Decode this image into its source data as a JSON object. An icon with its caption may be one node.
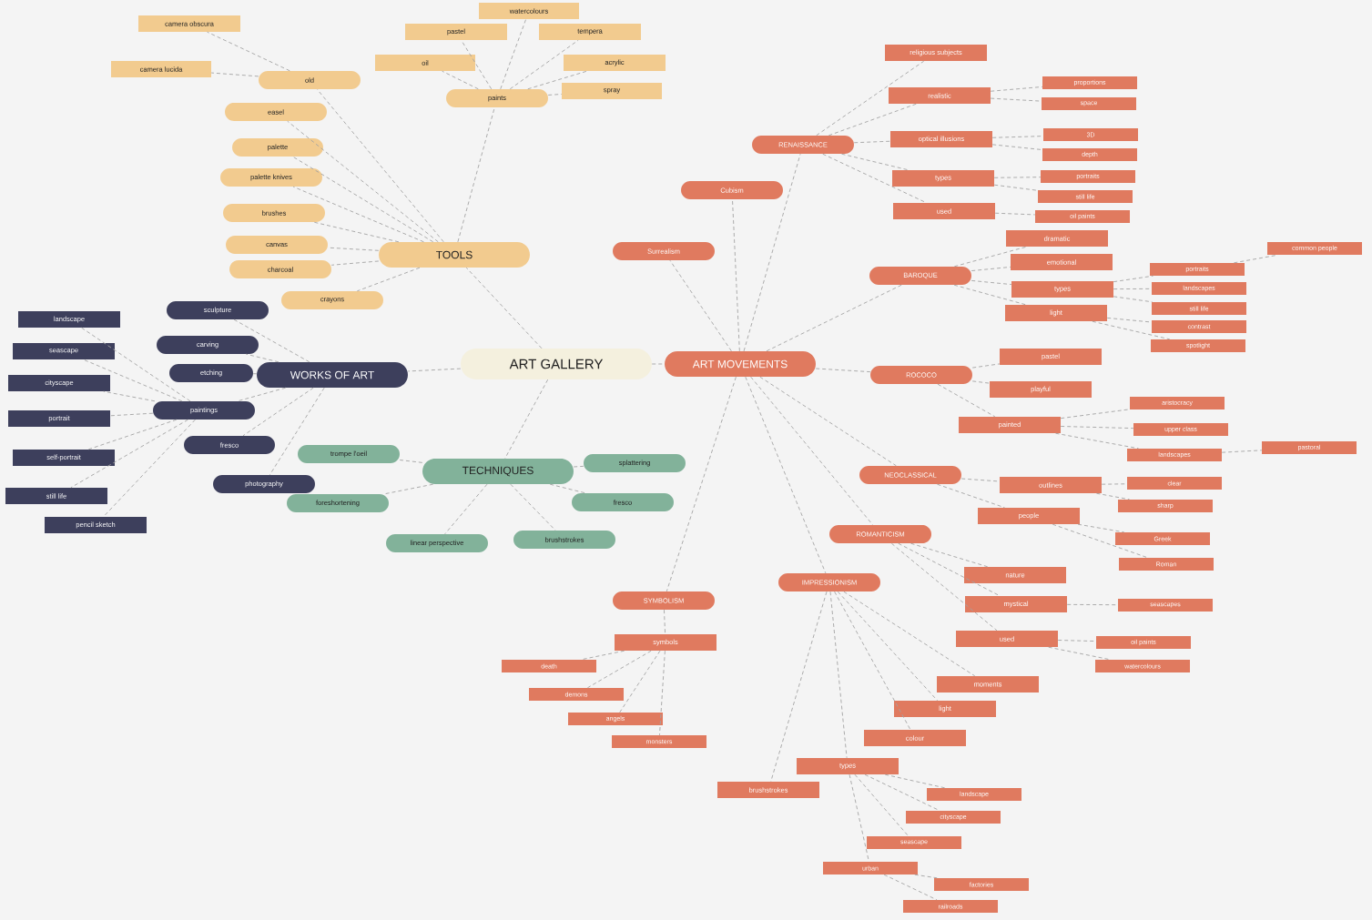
{
  "diagram": {
    "nodes": [
      {
        "text": [
          "ART GALLERY"
        ]
      },
      {
        "text": [
          "TOOLS"
        ]
      },
      {
        "text": [
          "old"
        ]
      },
      {
        "text": [
          "camera obscura"
        ]
      },
      {
        "text": [
          "camera lucida"
        ]
      },
      {
        "text": [
          "easel"
        ]
      },
      {
        "text": [
          "palette"
        ]
      },
      {
        "text": [
          "palette knives"
        ]
      },
      {
        "text": [
          "brushes"
        ]
      },
      {
        "text": [
          "canvas"
        ]
      },
      {
        "text": [
          "charcoal"
        ]
      },
      {
        "text": [
          "crayons"
        ]
      },
      {
        "text": [
          "paints"
        ]
      },
      {
        "text": [
          "oil"
        ]
      },
      {
        "text": [
          "pastel"
        ]
      },
      {
        "text": [
          "watercolours"
        ]
      },
      {
        "text": [
          "tempera"
        ]
      },
      {
        "text": [
          "acrylic"
        ]
      },
      {
        "text": [
          "spray"
        ]
      },
      {
        "text": [
          "WORKS OF ART"
        ]
      },
      {
        "text": [
          "sculpture"
        ]
      },
      {
        "text": [
          "carving"
        ]
      },
      {
        "text": [
          "etching"
        ]
      },
      {
        "text": [
          "paintings"
        ]
      },
      {
        "text": [
          "landscape"
        ]
      },
      {
        "text": [
          "seascape"
        ]
      },
      {
        "text": [
          "cityscape"
        ]
      },
      {
        "text": [
          "portrait"
        ]
      },
      {
        "text": [
          "self-portrait"
        ]
      },
      {
        "text": [
          "still life"
        ]
      },
      {
        "text": [
          "pencil sketch"
        ]
      },
      {
        "text": [
          "fresco"
        ]
      },
      {
        "text": [
          "photography"
        ]
      },
      {
        "text": [
          "TECHNIQUES"
        ]
      },
      {
        "text": [
          "trompe l'oeil"
        ]
      },
      {
        "text": [
          "foreshortening"
        ]
      },
      {
        "text": [
          "linear perspective"
        ]
      },
      {
        "text": [
          "brushstrokes"
        ]
      },
      {
        "text": [
          "fresco"
        ]
      },
      {
        "text": [
          "splattering"
        ]
      },
      {
        "text": [
          "ART MOVEMENTS"
        ]
      },
      {
        "text": [
          "Surrealism"
        ]
      },
      {
        "text": [
          "Cubism"
        ]
      },
      {
        "text": [
          "RENAISSANCE"
        ]
      },
      {
        "text": [
          "religious subjects"
        ]
      },
      {
        "text": [
          "realistic"
        ]
      },
      {
        "text": [
          "proportions"
        ]
      },
      {
        "text": [
          "space"
        ]
      },
      {
        "text": [
          "optical illusions"
        ]
      },
      {
        "text": [
          "3D"
        ]
      },
      {
        "text": [
          "depth"
        ]
      },
      {
        "text": [
          "types"
        ]
      },
      {
        "text": [
          "portraits"
        ]
      },
      {
        "text": [
          "still life"
        ]
      },
      {
        "text": [
          "used"
        ]
      },
      {
        "text": [
          "oil paints"
        ]
      },
      {
        "text": [
          "BAROQUE"
        ]
      },
      {
        "text": [
          "dramatic"
        ]
      },
      {
        "text": [
          "emotional"
        ]
      },
      {
        "text": [
          "types"
        ]
      },
      {
        "text": [
          "portraits"
        ]
      },
      {
        "text": [
          "common people"
        ]
      },
      {
        "text": [
          "landscapes"
        ]
      },
      {
        "text": [
          "still life"
        ]
      },
      {
        "text": [
          "light"
        ]
      },
      {
        "text": [
          "contrast"
        ]
      },
      {
        "text": [
          "spotlight"
        ]
      },
      {
        "text": [
          "ROCOCO"
        ]
      },
      {
        "text": [
          "pastel"
        ]
      },
      {
        "text": [
          "playful"
        ]
      },
      {
        "text": [
          "painted"
        ]
      },
      {
        "text": [
          "aristocracy"
        ]
      },
      {
        "text": [
          "upper class"
        ]
      },
      {
        "text": [
          "landscapes"
        ]
      },
      {
        "text": [
          "pastoral"
        ]
      },
      {
        "text": [
          "NEOCLASSICAL"
        ]
      },
      {
        "text": [
          "outlines"
        ]
      },
      {
        "text": [
          "clear"
        ]
      },
      {
        "text": [
          "sharp"
        ]
      },
      {
        "text": [
          "people"
        ]
      },
      {
        "text": [
          "Greek"
        ]
      },
      {
        "text": [
          "Roman"
        ]
      },
      {
        "text": [
          "ROMANTICISM"
        ]
      },
      {
        "text": [
          "nature"
        ]
      },
      {
        "text": [
          "mystical"
        ]
      },
      {
        "text": [
          "seascapes"
        ]
      },
      {
        "text": [
          "used"
        ]
      },
      {
        "text": [
          "oil paints"
        ]
      },
      {
        "text": [
          "watercolours"
        ]
      },
      {
        "text": [
          "IMPRESSIONISM"
        ]
      },
      {
        "text": [
          "moments"
        ]
      },
      {
        "text": [
          "light"
        ]
      },
      {
        "text": [
          "colour"
        ]
      },
      {
        "text": [
          "types"
        ]
      },
      {
        "text": [
          "landscape"
        ]
      },
      {
        "text": [
          "cityscape"
        ]
      },
      {
        "text": [
          "seascape"
        ]
      },
      {
        "text": [
          "urban"
        ]
      },
      {
        "text": [
          "factories"
        ]
      },
      {
        "text": [
          "railroads"
        ]
      },
      {
        "text": [
          "brushstrokes"
        ]
      },
      {
        "text": [
          "SYMBOLISM"
        ]
      },
      {
        "text": [
          "symbols"
        ]
      },
      {
        "text": [
          "death"
        ]
      },
      {
        "text": [
          "demons"
        ]
      },
      {
        "text": [
          "angels"
        ]
      },
      {
        "text": [
          "monsters"
        ]
      }
    ],
    "edges": [
      {
        "from": 0,
        "to": 1,
        "arrow": "none"
      },
      {
        "from": 0,
        "to": 19,
        "arrow": "none"
      },
      {
        "from": 0,
        "to": 33,
        "arrow": "none"
      },
      {
        "from": 0,
        "to": 40,
        "arrow": "none"
      },
      {
        "from": 1,
        "to": 2,
        "arrow": "none"
      },
      {
        "from": 2,
        "to": 3,
        "arrow": "none"
      },
      {
        "from": 2,
        "to": 4,
        "arrow": "none"
      },
      {
        "from": 1,
        "to": 5,
        "arrow": "none"
      },
      {
        "from": 1,
        "to": 6,
        "arrow": "none"
      },
      {
        "from": 1,
        "to": 7,
        "arrow": "none"
      },
      {
        "from": 1,
        "to": 8,
        "arrow": "none"
      },
      {
        "from": 1,
        "to": 9,
        "arrow": "none"
      },
      {
        "from": 1,
        "to": 10,
        "arrow": "none"
      },
      {
        "from": 1,
        "to": 11,
        "arrow": "none"
      },
      {
        "from": 1,
        "to": 12,
        "arrow": "none"
      },
      {
        "from": 12,
        "to": 13,
        "arrow": "none"
      },
      {
        "from": 12,
        "to": 14,
        "arrow": "none"
      },
      {
        "from": 12,
        "to": 15,
        "arrow": "none"
      },
      {
        "from": 12,
        "to": 16,
        "arrow": "none"
      },
      {
        "from": 12,
        "to": 17,
        "arrow": "none"
      },
      {
        "from": 12,
        "to": 18,
        "arrow": "none"
      },
      {
        "from": 19,
        "to": 20,
        "arrow": "none"
      },
      {
        "from": 19,
        "to": 21,
        "arrow": "none"
      },
      {
        "from": 19,
        "to": 22,
        "arrow": "none"
      },
      {
        "from": 19,
        "to": 23,
        "arrow": "none"
      },
      {
        "from": 23,
        "to": 24,
        "arrow": "none"
      },
      {
        "from": 23,
        "to": 25,
        "arrow": "none"
      },
      {
        "from": 23,
        "to": 26,
        "arrow": "none"
      },
      {
        "from": 23,
        "to": 27,
        "arrow": "none"
      },
      {
        "from": 23,
        "to": 28,
        "arrow": "none"
      },
      {
        "from": 23,
        "to": 29,
        "arrow": "none"
      },
      {
        "from": 23,
        "to": 30,
        "arrow": "none"
      },
      {
        "from": 19,
        "to": 31,
        "arrow": "none"
      },
      {
        "from": 19,
        "to": 32,
        "arrow": "none"
      },
      {
        "from": 33,
        "to": 34,
        "arrow": "none"
      },
      {
        "from": 33,
        "to": 35,
        "arrow": "none"
      },
      {
        "from": 33,
        "to": 36,
        "arrow": "none"
      },
      {
        "from": 33,
        "to": 37,
        "arrow": "none"
      },
      {
        "from": 33,
        "to": 38,
        "arrow": "none"
      },
      {
        "from": 33,
        "to": 39,
        "arrow": "none"
      },
      {
        "from": 40,
        "to": 41,
        "arrow": "none"
      },
      {
        "from": 40,
        "to": 42,
        "arrow": "none"
      },
      {
        "from": 40,
        "to": 43,
        "arrow": "none"
      },
      {
        "from": 43,
        "to": 44,
        "arrow": "none"
      },
      {
        "from": 43,
        "to": 45,
        "arrow": "none"
      },
      {
        "from": 45,
        "to": 46,
        "arrow": "none"
      },
      {
        "from": 45,
        "to": 47,
        "arrow": "none"
      },
      {
        "from": 43,
        "to": 48,
        "arrow": "none"
      },
      {
        "from": 48,
        "to": 49,
        "arrow": "none"
      },
      {
        "from": 48,
        "to": 50,
        "arrow": "none"
      },
      {
        "from": 43,
        "to": 51,
        "arrow": "none"
      },
      {
        "from": 51,
        "to": 52,
        "arrow": "none"
      },
      {
        "from": 51,
        "to": 53,
        "arrow": "none"
      },
      {
        "from": 43,
        "to": 54,
        "arrow": "none"
      },
      {
        "from": 54,
        "to": 55,
        "arrow": "none"
      },
      {
        "from": 40,
        "to": 56,
        "arrow": "none"
      },
      {
        "from": 56,
        "to": 57,
        "arrow": "none"
      },
      {
        "from": 56,
        "to": 58,
        "arrow": "none"
      },
      {
        "from": 56,
        "to": 59,
        "arrow": "none"
      },
      {
        "from": 59,
        "to": 60,
        "arrow": "none"
      },
      {
        "from": 60,
        "to": 61,
        "arrow": "none"
      },
      {
        "from": 59,
        "to": 62,
        "arrow": "none"
      },
      {
        "from": 59,
        "to": 63,
        "arrow": "none"
      },
      {
        "from": 56,
        "to": 64,
        "arrow": "none"
      },
      {
        "from": 64,
        "to": 65,
        "arrow": "none"
      },
      {
        "from": 64,
        "to": 66,
        "arrow": "none"
      },
      {
        "from": 40,
        "to": 67,
        "arrow": "none"
      },
      {
        "from": 67,
        "to": 68,
        "arrow": "none"
      },
      {
        "from": 67,
        "to": 69,
        "arrow": "none"
      },
      {
        "from": 67,
        "to": 70,
        "arrow": "none"
      },
      {
        "from": 70,
        "to": 71,
        "arrow": "none"
      },
      {
        "from": 70,
        "to": 72,
        "arrow": "none"
      },
      {
        "from": 70,
        "to": 73,
        "arrow": "none"
      },
      {
        "from": 73,
        "to": 74,
        "arrow": "none"
      },
      {
        "from": 40,
        "to": 75,
        "arrow": "none"
      },
      {
        "from": 75,
        "to": 76,
        "arrow": "none"
      },
      {
        "from": 76,
        "to": 77,
        "arrow": "none"
      },
      {
        "from": 76,
        "to": 78,
        "arrow": "none"
      },
      {
        "from": 75,
        "to": 79,
        "arrow": "none"
      },
      {
        "from": 79,
        "to": 80,
        "arrow": "none"
      },
      {
        "from": 79,
        "to": 81,
        "arrow": "none"
      },
      {
        "from": 40,
        "to": 82,
        "arrow": "none"
      },
      {
        "from": 82,
        "to": 83,
        "arrow": "none"
      },
      {
        "from": 82,
        "to": 84,
        "arrow": "none"
      },
      {
        "from": 84,
        "to": 85,
        "arrow": "none"
      },
      {
        "from": 82,
        "to": 86,
        "arrow": "none"
      },
      {
        "from": 86,
        "to": 87,
        "arrow": "none"
      },
      {
        "from": 86,
        "to": 88,
        "arrow": "none"
      },
      {
        "from": 40,
        "to": 89,
        "arrow": "none"
      },
      {
        "from": 89,
        "to": 90,
        "arrow": "none"
      },
      {
        "from": 89,
        "to": 91,
        "arrow": "none"
      },
      {
        "from": 89,
        "to": 92,
        "arrow": "none"
      },
      {
        "from": 89,
        "to": 93,
        "arrow": "none"
      },
      {
        "from": 93,
        "to": 94,
        "arrow": "none"
      },
      {
        "from": 93,
        "to": 95,
        "arrow": "none"
      },
      {
        "from": 93,
        "to": 96,
        "arrow": "none"
      },
      {
        "from": 93,
        "to": 97,
        "arrow": "none"
      },
      {
        "from": 97,
        "to": 98,
        "arrow": "none"
      },
      {
        "from": 97,
        "to": 99,
        "arrow": "none"
      },
      {
        "from": 89,
        "to": 100,
        "arrow": "none"
      },
      {
        "from": 40,
        "to": 101,
        "arrow": "none"
      },
      {
        "from": 101,
        "to": 102,
        "arrow": "none"
      },
      {
        "from": 102,
        "to": 103,
        "arrow": "none"
      },
      {
        "from": 102,
        "to": 104,
        "arrow": "none"
      },
      {
        "from": 102,
        "to": 105,
        "arrow": "none"
      },
      {
        "from": 102,
        "to": 106,
        "arrow": "none"
      }
    ]
  }
}
